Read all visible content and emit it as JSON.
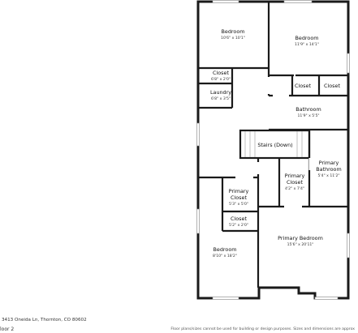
{
  "rooms": {
    "bedroom_top_left": {
      "name": "Bedroom",
      "dims": "10'6\" x 10'1\""
    },
    "bedroom_top_right": {
      "name": "Bedroom",
      "dims": "11'9\" x 14'1\""
    },
    "closet_upper": {
      "name": "Closet",
      "dims": "6'8\" x 2'0\""
    },
    "laundry": {
      "name": "Laundry",
      "dims": "6'8\" x 3'5\""
    },
    "closet_small_1": {
      "name": "Closet"
    },
    "closet_small_2": {
      "name": "Closet"
    },
    "bathroom": {
      "name": "Bathroom",
      "dims": "11'9\" x 5'5\""
    },
    "stairs": {
      "name": "Stairs (Down)"
    },
    "primary_bathroom": {
      "name_line1": "Primary",
      "name_line2": "Bathroom",
      "dims": "5'4\" x 11'2\""
    },
    "primary_closet_mid": {
      "name_line1": "Primary",
      "name_line2": "Closet",
      "dims": "4'2\" x 7'4\""
    },
    "primary_closet_left": {
      "name_line1": "Primary",
      "name_line2": "Closet",
      "dims": "5'3\" x 5'0\""
    },
    "closet_lower": {
      "name": "Closet",
      "dims": "5'2\" x 2'0\""
    },
    "bedroom_bottom": {
      "name": "Bedroom",
      "dims": "8'10\" x 18'2\""
    },
    "primary_bedroom": {
      "name": "Primary Bedroom",
      "dims": "15'6\" x 20'11\""
    }
  },
  "footer": {
    "address": "3413 Oneida Ln, Thornton, CO 80602",
    "floor_label": "loor 2",
    "disclaimer": "Floor plans/sizes cannot be used for building or design purposes. Sizes and dimensions are approx"
  },
  "colors": {
    "wall": "#1a1a1a",
    "background": "#ffffff"
  }
}
